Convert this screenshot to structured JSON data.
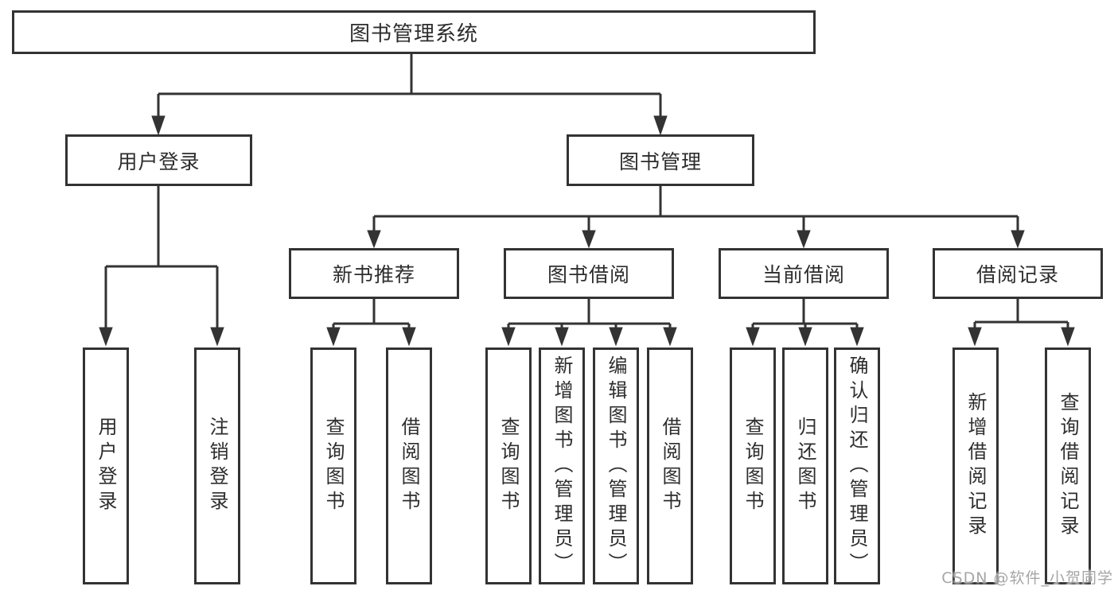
{
  "tree": {
    "label": "图书管理系统",
    "children": [
      {
        "label": "用户登录",
        "children": [
          {
            "label": "用户登录"
          },
          {
            "label": "注销登录"
          }
        ]
      },
      {
        "label": "图书管理",
        "children": [
          {
            "label": "新书推荐",
            "children": [
              {
                "label": "查询图书"
              },
              {
                "label": "借阅图书"
              }
            ]
          },
          {
            "label": "图书借阅",
            "children": [
              {
                "label": "查询图书"
              },
              {
                "label": "新增图书（管理员）"
              },
              {
                "label": "编辑图书（管理员）"
              },
              {
                "label": "借阅图书"
              }
            ]
          },
          {
            "label": "当前借阅",
            "children": [
              {
                "label": "查询图书"
              },
              {
                "label": "归还图书"
              },
              {
                "label": "确认归还（管理员）"
              }
            ]
          },
          {
            "label": "借阅记录",
            "children": [
              {
                "label": "新增借阅记录"
              },
              {
                "label": "查询借阅记录"
              }
            ]
          }
        ]
      }
    ]
  },
  "watermark": {
    "text": "CSDN @软件_小贺同学"
  },
  "colors": {
    "line": "#333333",
    "node_text": "#2d2d2d",
    "background": "#ffffff",
    "watermark_text": "#a6a6a6"
  }
}
